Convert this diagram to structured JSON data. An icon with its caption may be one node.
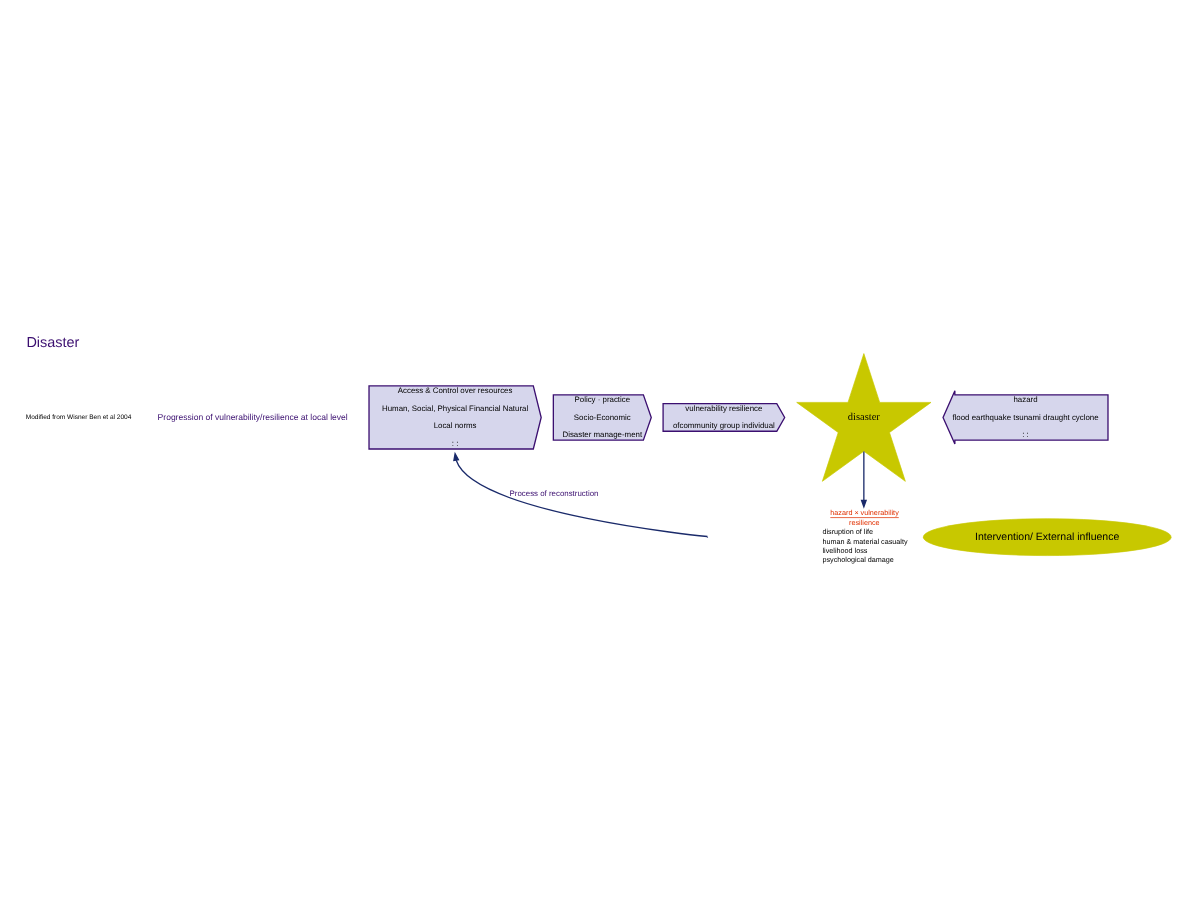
{
  "diagram": {
    "title": "Disaster",
    "nodes": [
      {
        "text": [
          "Access & Control over resources",
          "Human, Social, Physical Financial Natural",
          "Local norms",
          ": :"
        ]
      },
      {
        "text": [
          "Policy · practice",
          "Socio-Economic",
          "Disaster manage-ment"
        ]
      },
      {
        "text": [
          "vulnerability resilience",
          "ofcommunity group individual"
        ]
      },
      {
        "text": [
          "disaster"
        ]
      },
      {
        "text": [
          "hazard",
          "flood earthquake tsunami draught cyclone",
          ": :"
        ]
      },
      {
        "text": [
          "hazard × vulnerability",
          "resilience",
          "disruption of life",
          "human & material casualty",
          "livelihood loss",
          "psychological damage"
        ]
      },
      {
        "text": [
          "Intervention/ External influence"
        ]
      }
    ],
    "edges": [
      {
        "from": 3,
        "to": 5,
        "arrow": "to"
      },
      {
        "from": null,
        "to": 0,
        "arrow": "to",
        "label": "Process of reconstruction"
      }
    ],
    "labels": [
      "Modified from Wisner Ben et al 2004",
      "Progression of vulnerability/resilience at local level"
    ]
  }
}
